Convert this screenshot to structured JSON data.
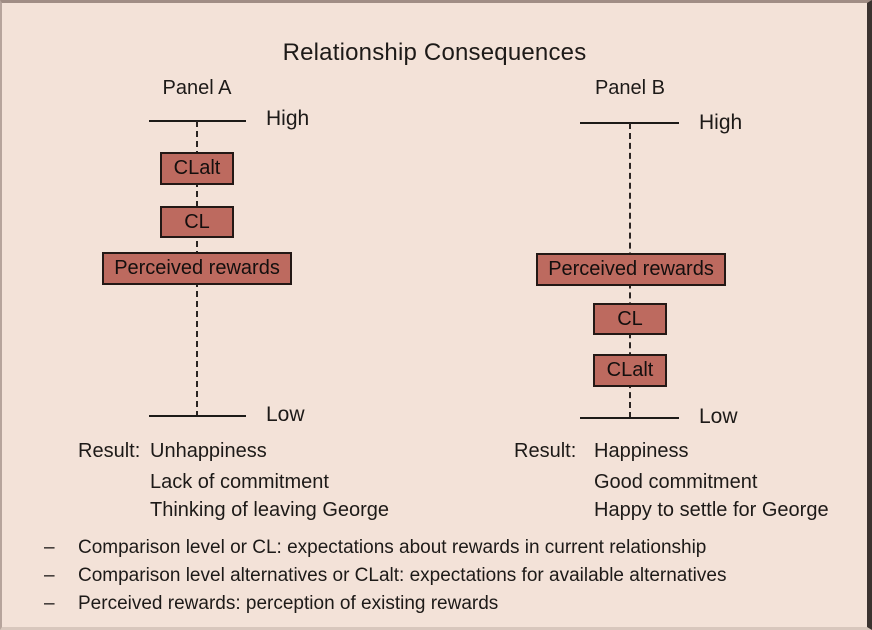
{
  "figure": {
    "title": "Relationship Consequences",
    "background_color": "#f3e2d8",
    "box_fill_color": "#bd6a5f",
    "box_border_color": "#231815",
    "text_color": "#1d1a18"
  },
  "panels": [
    {
      "title": "Panel A",
      "high_label": "High",
      "low_label": "Low",
      "boxes": [
        {
          "label": "CLalt",
          "order": 1
        },
        {
          "label": "CL",
          "order": 2
        },
        {
          "label": "Perceived rewards",
          "order": 3
        }
      ],
      "result_label": "Result:",
      "result_lines": [
        "Unhappiness",
        "Lack of commitment",
        "Thinking of leaving George"
      ]
    },
    {
      "title": "Panel B",
      "high_label": "High",
      "low_label": "Low",
      "boxes": [
        {
          "label": "Perceived rewards",
          "order": 1
        },
        {
          "label": "CL",
          "order": 2
        },
        {
          "label": "CLalt",
          "order": 3
        }
      ],
      "result_label": "Result:",
      "result_lines": [
        "Happiness",
        "Good commitment",
        "Happy to settle for George"
      ]
    }
  ],
  "legend": {
    "dash": "–",
    "items": [
      "Comparison level or CL: expectations about rewards in current relationship",
      "Comparison level alternatives or CLalt: expectations for available alternatives",
      "Perceived rewards: perception of existing rewards"
    ]
  }
}
